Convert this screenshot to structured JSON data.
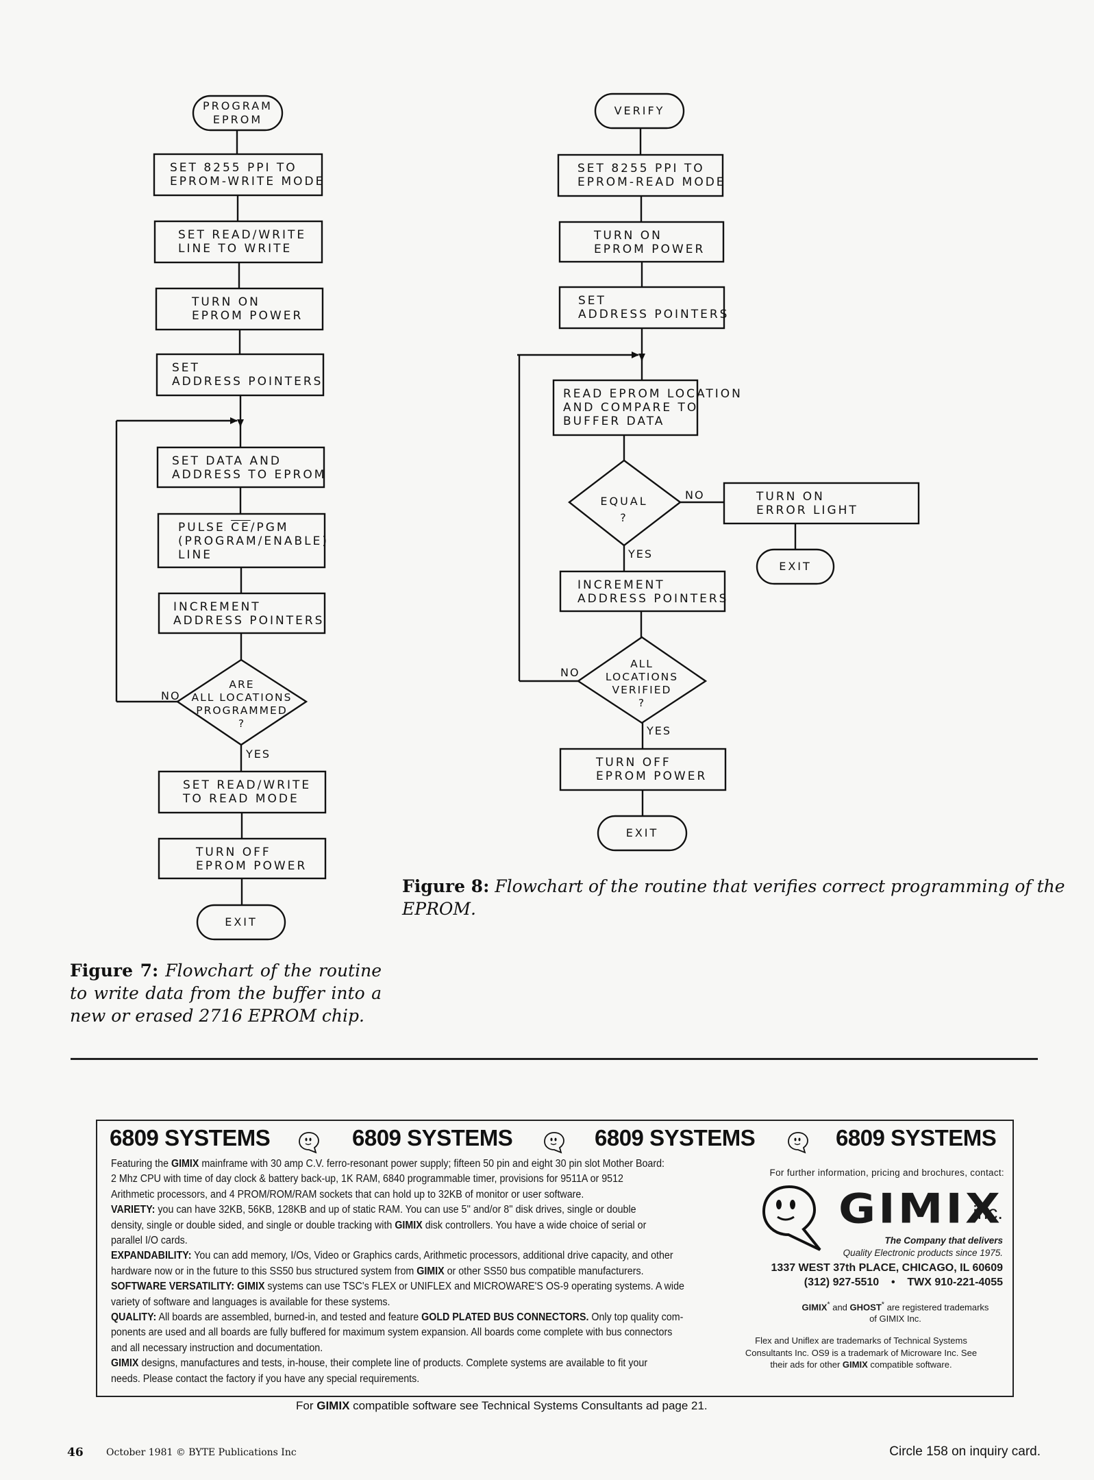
{
  "figure7": {
    "nodes": {
      "start": "PROGRAM\nEPROM",
      "set_ppi": "SET 8255 PPI TO\nEPROM-WRITE MODE",
      "set_rw": "SET READ/WRITE\nLINE TO WRITE",
      "power_on": "TURN ON\nEPROM POWER",
      "set_addr": "SET\nADDRESS POINTERS",
      "set_data": "SET DATA AND\nADDRESS TO EPROM",
      "pulse_line1_pre": "PULSE ",
      "pulse_line1_over": "CE",
      "pulse_line1_post": "/PGM",
      "pulse_rest": "(PROGRAM/ENABLE)\nLINE",
      "increment": "INCREMENT\nADDRESS POINTERS",
      "decision": "ARE\nALL LOCATIONS\nPROGRAMMED\n?",
      "set_read": "SET READ/WRITE\nTO READ MODE",
      "power_off": "TURN OFF\nEPROM POWER",
      "exit": "EXIT"
    },
    "labels": {
      "no": "NO",
      "yes": "YES"
    },
    "caption": {
      "label": "Figure 7:",
      "text": "Flowchart of the routine to write data from the buffer into a new or erased 2716 EPROM chip."
    }
  },
  "figure8": {
    "nodes": {
      "start": "VERIFY",
      "set_ppi": "SET 8255 PPI TO\nEPROM-READ MODE",
      "power_on": "TURN ON\nEPROM POWER",
      "set_addr": "SET\nADDRESS POINTERS",
      "read_compare": "READ EPROM LOCATION\nAND COMPARE TO\nBUFFER DATA",
      "equal": "EQUAL\n?",
      "error_light": "TURN ON\nERROR LIGHT",
      "error_exit": "EXIT",
      "increment": "INCREMENT\nADDRESS POINTERS",
      "all_verified": "ALL\nLOCATIONS\nVERIFIED\n?",
      "power_off": "TURN OFF\nEPROM POWER",
      "exit": "EXIT"
    },
    "labels": {
      "no": "NO",
      "yes": "YES"
    },
    "caption": {
      "label": "Figure 8:",
      "text": "Flowchart of the routine that verifies correct programming of the EPROM."
    }
  },
  "ad": {
    "headline": "6809 SYSTEMS",
    "body": [
      {
        "lead": "",
        "parts": [
          {
            "t": "Featuring the "
          },
          {
            "b": "GIMIX"
          },
          {
            "t": " mainframe with 30 amp C.V. ferro-resonant power supply; fifteen 50 pin and eight 30 pin slot Mother Board:"
          }
        ]
      },
      {
        "lead": "",
        "parts": [
          {
            "t": "2 Mhz CPU with time of day clock & battery back-up, 1K RAM, 6840 programmable timer, provisions for 9511A or 9512"
          }
        ]
      },
      {
        "lead": "",
        "parts": [
          {
            "t": "Arithmetic processors, and 4 PROM/ROM/RAM sockets that can hold up to 32KB of monitor or user software."
          }
        ]
      },
      {
        "lead": "",
        "parts": [
          {
            "b": "VARIETY:"
          },
          {
            "t": " you can have 32KB, 56KB, 128KB and up of static RAM. You can use 5'' and/or 8'' disk drives, single or double"
          }
        ]
      },
      {
        "lead": "",
        "parts": [
          {
            "t": "density, single or double sided, and single or double tracking with "
          },
          {
            "b": "GIMIX"
          },
          {
            "t": " disk controllers. You have a wide choice of serial or"
          }
        ]
      },
      {
        "lead": "",
        "parts": [
          {
            "t": "parallel I/O cards."
          }
        ]
      },
      {
        "lead": "",
        "parts": [
          {
            "b": "EXPANDABILITY:"
          },
          {
            "t": " You can add memory, I/Os, Video or Graphics cards, Arithmetic processors, additional drive capacity, and other"
          }
        ]
      },
      {
        "lead": "",
        "parts": [
          {
            "t": "hardware now or in the future to this SS50 bus structured system from "
          },
          {
            "b": "GIMIX"
          },
          {
            "t": " or other SS50 bus compatible manufacturers."
          }
        ]
      },
      {
        "lead": "",
        "parts": [
          {
            "b": "SOFTWARE VERSATILITY: GIMIX"
          },
          {
            "t": " systems can use TSC's FLEX or UNIFLEX and MICROWARE'S OS-9 operating systems. A wide"
          }
        ]
      },
      {
        "lead": "",
        "parts": [
          {
            "t": "variety of software and languages is available for these systems."
          }
        ]
      },
      {
        "lead": "",
        "parts": [
          {
            "b": "QUALITY:"
          },
          {
            "t": " All boards are assembled, burned-in, and tested and feature "
          },
          {
            "b": "GOLD PLATED BUS CONNECTORS."
          },
          {
            "t": " Only top quality com-"
          }
        ]
      },
      {
        "lead": "",
        "parts": [
          {
            "t": "ponents are used and all boards are fully buffered for maximum system expansion. All boards come complete with bus connectors"
          }
        ]
      },
      {
        "lead": "",
        "parts": [
          {
            "t": "and all necessary instruction and documentation."
          }
        ]
      },
      {
        "lead": "",
        "parts": [
          {
            "b": "GIMIX"
          },
          {
            "t": " designs, manufactures and tests, in-house, their complete line of products. Complete systems are available to fit your"
          }
        ]
      },
      {
        "lead": "",
        "parts": [
          {
            "t": "needs. Please contact the factory if you have any special requirements."
          }
        ]
      }
    ],
    "contact_intro": "For further information, pricing and brochures, contact:",
    "logo_text": "GIMIX",
    "logo_suffix": "inc.",
    "tagline1": "The Company that delivers",
    "tagline2": "Quality Electronic products since 1975.",
    "address": "1337 WEST 37th PLACE, CHICAGO, IL 60609",
    "phone": "(312) 927-5510",
    "bullet": "•",
    "twx": "TWX 910-221-4055",
    "tm1_a": "GIMIX",
    "tm1_b": " and ",
    "tm1_c": "GHOST",
    "tm1_d": " are registered trademarks",
    "tm1_e": "of GIMIX Inc.",
    "tm2_line1": "Flex and Uniflex are trademarks of Technical Systems",
    "tm2_line2": "Consultants Inc. OS9 is a trademark of Microware Inc. See",
    "tm2_line3_a": "their ads for other ",
    "tm2_line3_b": "GIMIX",
    "tm2_line3_c": " compatible software.",
    "reg_mark": "*"
  },
  "footer_note": {
    "pre": "For ",
    "bold": "GIMIX",
    "post": " compatible software see Technical Systems Consultants ad page  21."
  },
  "page_footer": {
    "page_number": "46",
    "issue": "October 1981 © BYTE Publications Inc",
    "inquiry": "Circle 158 on inquiry card."
  }
}
